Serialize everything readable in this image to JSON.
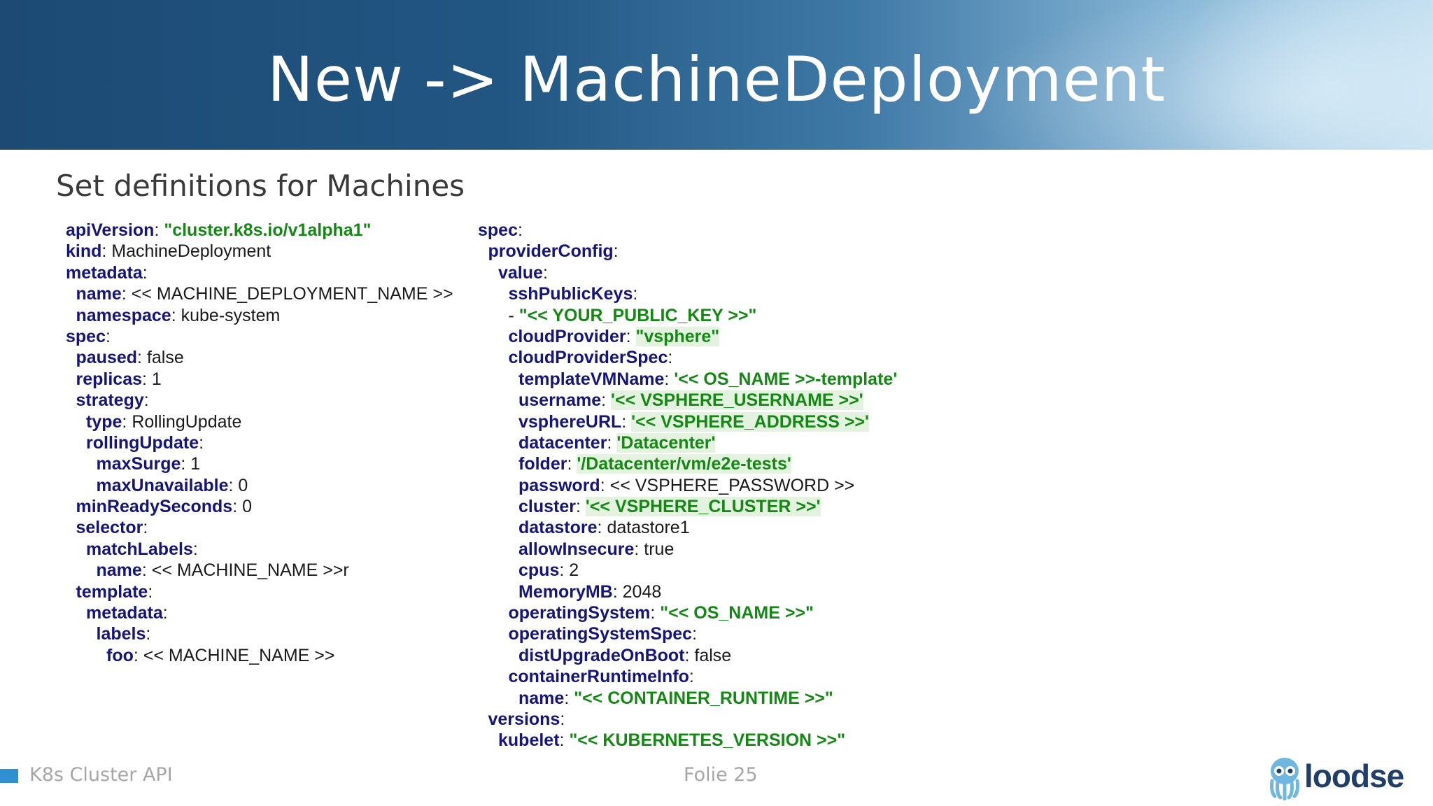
{
  "slide": {
    "title": "New -> MachineDeployment",
    "subtitle": "Set definitions for Machines",
    "footer_left": "K8s Cluster API",
    "footer_center": "Folie 25",
    "logo_text": "loodse"
  },
  "colors": {
    "key": "#15157a",
    "string": "#138913",
    "accent": "#2f8fd0"
  },
  "icons": {
    "logo": "octopus-icon"
  },
  "left_code": [
    {
      "indent": 0,
      "key": "apiVersion",
      "value": "\"cluster.k8s.io/v1alpha1\"",
      "vtype": "string"
    },
    {
      "indent": 0,
      "key": "kind",
      "value": "MachineDeployment",
      "vtype": "plain"
    },
    {
      "indent": 0,
      "key": "metadata",
      "value": "",
      "vtype": "plain"
    },
    {
      "indent": 1,
      "key": "name",
      "value": "<< MACHINE_DEPLOYMENT_NAME >>",
      "vtype": "plain"
    },
    {
      "indent": 1,
      "key": "namespace",
      "value": "kube-system",
      "vtype": "plain"
    },
    {
      "indent": 0,
      "key": "spec",
      "value": "",
      "vtype": "plain"
    },
    {
      "indent": 1,
      "key": "paused",
      "value": "false",
      "vtype": "plain"
    },
    {
      "indent": 1,
      "key": "replicas",
      "value": "1",
      "vtype": "plain"
    },
    {
      "indent": 1,
      "key": "strategy",
      "value": "",
      "vtype": "plain"
    },
    {
      "indent": 2,
      "key": "type",
      "value": "RollingUpdate",
      "vtype": "plain"
    },
    {
      "indent": 2,
      "key": "rollingUpdate",
      "value": "",
      "vtype": "plain"
    },
    {
      "indent": 3,
      "key": "maxSurge",
      "value": "1",
      "vtype": "plain"
    },
    {
      "indent": 3,
      "key": "maxUnavailable",
      "value": "0",
      "vtype": "plain"
    },
    {
      "indent": 1,
      "key": "minReadySeconds",
      "value": "0",
      "vtype": "plain"
    },
    {
      "indent": 1,
      "key": "selector",
      "value": "",
      "vtype": "plain"
    },
    {
      "indent": 2,
      "key": "matchLabels",
      "value": "",
      "vtype": "plain"
    },
    {
      "indent": 3,
      "key": "name",
      "value": "<< MACHINE_NAME >>r",
      "vtype": "plain"
    },
    {
      "indent": 1,
      "key": "template",
      "value": "",
      "vtype": "plain"
    },
    {
      "indent": 2,
      "key": "metadata",
      "value": "",
      "vtype": "plain"
    },
    {
      "indent": 3,
      "key": "labels",
      "value": "",
      "vtype": "plain"
    },
    {
      "indent": 4,
      "key": "foo",
      "value": "<< MACHINE_NAME >>",
      "vtype": "plain"
    }
  ],
  "right_code": [
    {
      "indent": 0,
      "key": "spec",
      "value": "",
      "vtype": "plain"
    },
    {
      "indent": 1,
      "key": "providerConfig",
      "value": "",
      "vtype": "plain"
    },
    {
      "indent": 2,
      "key": "value",
      "value": "",
      "vtype": "plain"
    },
    {
      "indent": 3,
      "key": "sshPublicKeys",
      "value": "",
      "vtype": "plain"
    },
    {
      "indent": 3,
      "key": "",
      "prefix": "- ",
      "value": "\"<< YOUR_PUBLIC_KEY >>\"",
      "vtype": "string"
    },
    {
      "indent": 3,
      "key": "cloudProvider",
      "value": "\"vsphere\"",
      "vtype": "string-hl"
    },
    {
      "indent": 3,
      "key": "cloudProviderSpec",
      "value": "",
      "vtype": "plain"
    },
    {
      "indent": 4,
      "key": "templateVMName",
      "value": "'<< OS_NAME >>-template'",
      "vtype": "string"
    },
    {
      "indent": 4,
      "key": "username",
      "value": "'<< VSPHERE_USERNAME >>'",
      "vtype": "string-hl"
    },
    {
      "indent": 4,
      "key": "vsphereURL",
      "value": "'<< VSPHERE_ADDRESS >>'",
      "vtype": "string-hl"
    },
    {
      "indent": 4,
      "key": "datacenter",
      "value": "'Datacenter'",
      "vtype": "string-hl"
    },
    {
      "indent": 4,
      "key": "folder",
      "value": "'/Datacenter/vm/e2e-tests'",
      "vtype": "string-hl"
    },
    {
      "indent": 4,
      "key": "password",
      "value": "<< VSPHERE_PASSWORD >>",
      "vtype": "plain"
    },
    {
      "indent": 4,
      "key": "cluster",
      "value": "'<< VSPHERE_CLUSTER >>'",
      "vtype": "string-hl"
    },
    {
      "indent": 4,
      "key": "datastore",
      "value": "datastore1",
      "vtype": "plain"
    },
    {
      "indent": 4,
      "key": "allowInsecure",
      "value": "true",
      "vtype": "plain"
    },
    {
      "indent": 4,
      "key": "cpus",
      "value": "2",
      "vtype": "plain"
    },
    {
      "indent": 4,
      "key": "MemoryMB",
      "value": "2048",
      "vtype": "plain"
    },
    {
      "indent": 3,
      "key": "operatingSystem",
      "value": "\"<< OS_NAME >>\"",
      "vtype": "string"
    },
    {
      "indent": 3,
      "key": "operatingSystemSpec",
      "value": "",
      "vtype": "plain"
    },
    {
      "indent": 4,
      "key": "distUpgradeOnBoot",
      "value": "false",
      "vtype": "plain"
    },
    {
      "indent": 3,
      "key": "containerRuntimeInfo",
      "value": "",
      "vtype": "plain"
    },
    {
      "indent": 4,
      "key": "name",
      "value": "\"<< CONTAINER_RUNTIME >>\"",
      "vtype": "string"
    },
    {
      "indent": 1,
      "key": "versions",
      "value": "",
      "vtype": "plain"
    },
    {
      "indent": 2,
      "key": "kubelet",
      "value": "\"<< KUBERNETES_VERSION >>\"",
      "vtype": "string"
    }
  ]
}
